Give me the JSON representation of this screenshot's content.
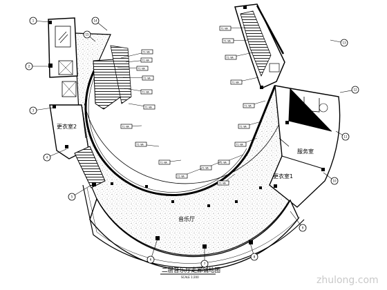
{
  "drawing": {
    "title": "二层音乐厅走廊铺地图",
    "scale": "SCALE 1:200",
    "watermark": "zhulong.com"
  },
  "rooms": {
    "hall": "音乐厅",
    "office": "服务室",
    "restroom_left": "更衣室2",
    "restroom_right": "更衣室1"
  },
  "grid_bubbles": [
    "1",
    "2",
    "3",
    "4",
    "5",
    "6",
    "7",
    "8",
    "9",
    "10",
    "11",
    "12",
    "13",
    "14",
    "15"
  ],
  "material_tags": [
    "T1-WA",
    "T1-WA",
    "T1-WA",
    "T1-WA",
    "T1-WA",
    "T1-WA",
    "T1-WA",
    "T1-WA",
    "T1-WA",
    "T1-WA",
    "T1-WA",
    "T1-WA",
    "T1-WA",
    "T1-WA",
    "T1-WA",
    "T1-WA",
    "T1-WA",
    "T1-WA",
    "T1-WA",
    "T1-WA"
  ]
}
